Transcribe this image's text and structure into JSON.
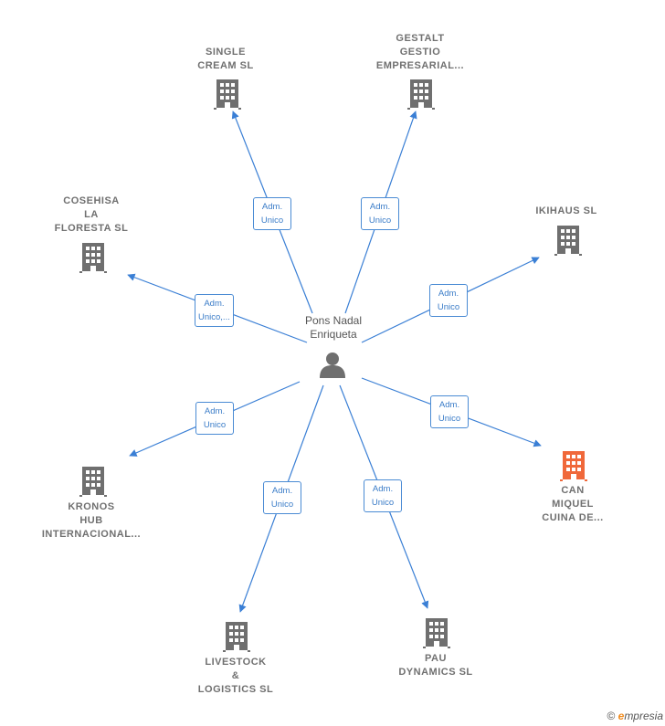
{
  "colors": {
    "edge": "#3a7fd5",
    "building": "#6f6f6f",
    "building_highlight": "#f0683a",
    "person": "#6f6f6f"
  },
  "person": {
    "name": "Pons Nadal\nEnriqueta",
    "icon": "person-icon"
  },
  "companies": [
    {
      "id": "single-cream",
      "name": "SINGLE\nCREAM  SL",
      "highlight": false,
      "role": "Adm.\nUnico"
    },
    {
      "id": "gestalt",
      "name": "GESTALT\nGESTIO\nEMPRESARIAL...",
      "highlight": false,
      "role": "Adm.\nUnico"
    },
    {
      "id": "ikihaus",
      "name": "IKIHAUS  SL",
      "highlight": false,
      "role": "Adm.\nUnico"
    },
    {
      "id": "can-miquel",
      "name": "CAN\nMIQUEL\nCUINA DE...",
      "highlight": true,
      "role": "Adm.\nUnico"
    },
    {
      "id": "pau-dynamics",
      "name": "PAU\nDYNAMICS SL",
      "highlight": false,
      "role": "Adm.\nUnico"
    },
    {
      "id": "livestock",
      "name": "LIVESTOCK\n&\nLOGISTICS  SL",
      "highlight": false,
      "role": "Adm.\nUnico"
    },
    {
      "id": "kronos",
      "name": "KRONOS\nHUB\nINTERNACIONAL...",
      "highlight": false,
      "role": "Adm.\nUnico"
    },
    {
      "id": "cosehisa",
      "name": "COSEHISA\nLA\nFLORESTA  SL",
      "highlight": false,
      "role": "Adm.\nUnico,..."
    }
  ],
  "footer": {
    "copyright": "©",
    "brand_initial": "e",
    "brand_rest": "mpresia"
  }
}
